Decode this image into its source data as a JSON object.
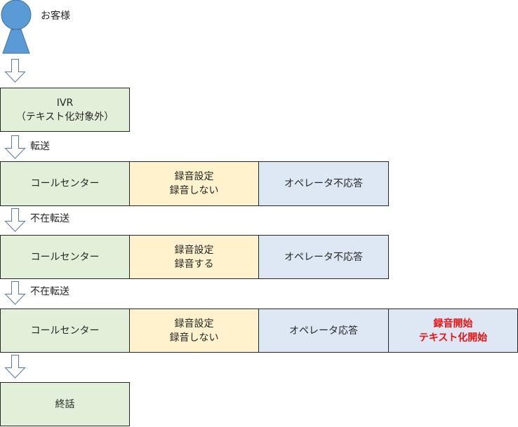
{
  "customer": {
    "label": "お客様"
  },
  "ivr": {
    "line1": "IVR",
    "line2": "（テキスト化対象外）"
  },
  "transfer_1": "転送",
  "row1": {
    "center": "コールセンター",
    "rec_line1": "録音設定",
    "rec_line2": "録音しない",
    "operator": "オペレータ不応答"
  },
  "transfer_2": "不在転送",
  "row2": {
    "center": "コールセンター",
    "rec_line1": "録音設定",
    "rec_line2": "録音する",
    "operator": "オペレータ不応答"
  },
  "transfer_3": "不在転送",
  "row3": {
    "center": "コールセンター",
    "rec_line1": "録音設定",
    "rec_line2": "録音しない",
    "operator": "オペレータ応答",
    "start_line1": "録音開始",
    "start_line2": "テキスト化開始"
  },
  "end": {
    "label": "終話"
  },
  "colors": {
    "green": "#e2efd9",
    "yellow": "#fff2cc",
    "blue": "#dde8f4",
    "person": "#5b9bd5",
    "highlight": "#ee1111"
  }
}
